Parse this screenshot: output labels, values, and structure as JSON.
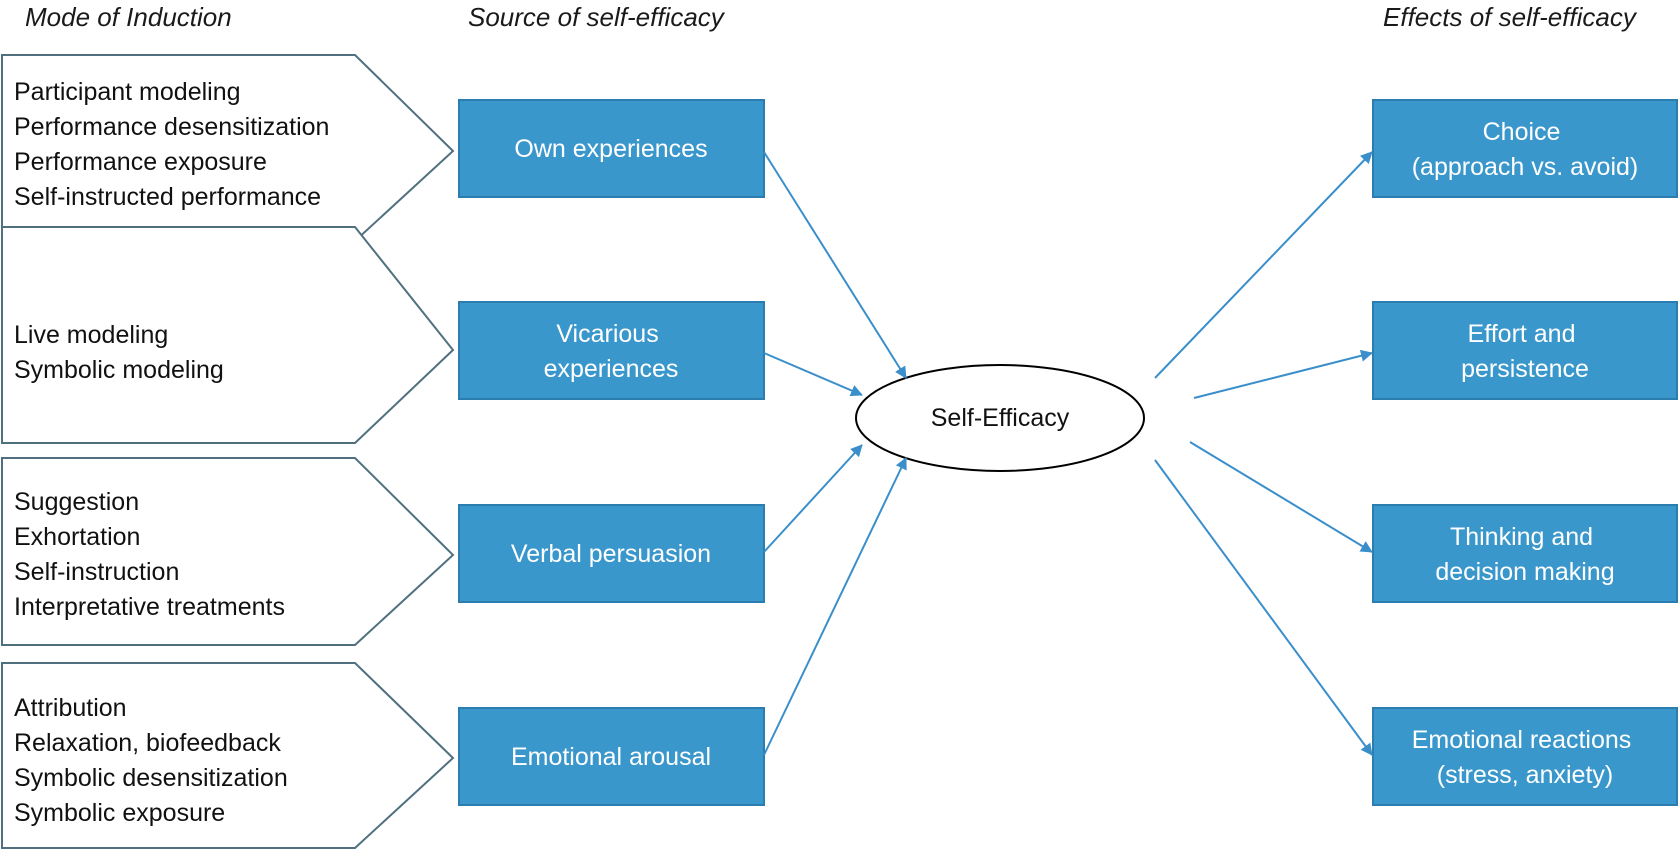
{
  "headers": {
    "mode": "Mode of Induction",
    "source": "Source of self-efficacy",
    "effects": "Effects of self-efficacy"
  },
  "modes": [
    {
      "lines": [
        "Participant modeling",
        "Performance desensitization",
        "Performance exposure",
        "Self-instructed performance"
      ]
    },
    {
      "lines": [
        "Live modeling",
        "Symbolic modeling"
      ]
    },
    {
      "lines": [
        "Suggestion",
        "Exhortation",
        "Self-instruction",
        "Interpretative treatments"
      ]
    },
    {
      "lines": [
        "Attribution",
        "Relaxation, biofeedback",
        "Symbolic desensitization",
        "Symbolic exposure"
      ]
    }
  ],
  "sources": [
    {
      "lines": [
        "Own experiences"
      ]
    },
    {
      "lines": [
        "Vicarious",
        "experiences"
      ]
    },
    {
      "lines": [
        "Verbal persuasion"
      ]
    },
    {
      "lines": [
        "Emotional arousal"
      ]
    }
  ],
  "center": {
    "label": "Self-Efficacy"
  },
  "effects": [
    {
      "lines": [
        "Choice",
        "(approach vs. avoid)"
      ]
    },
    {
      "lines": [
        "Effort and",
        "persistence"
      ]
    },
    {
      "lines": [
        "Thinking and",
        "decision making"
      ]
    },
    {
      "lines": [
        "Emotional reactions",
        "(stress, anxiety)"
      ]
    }
  ],
  "colors": {
    "box_fill": "#3a97cc",
    "box_stroke": "#2b7db0",
    "arrow": "#3a8fcb",
    "pentagon_stroke": "#50707f"
  }
}
